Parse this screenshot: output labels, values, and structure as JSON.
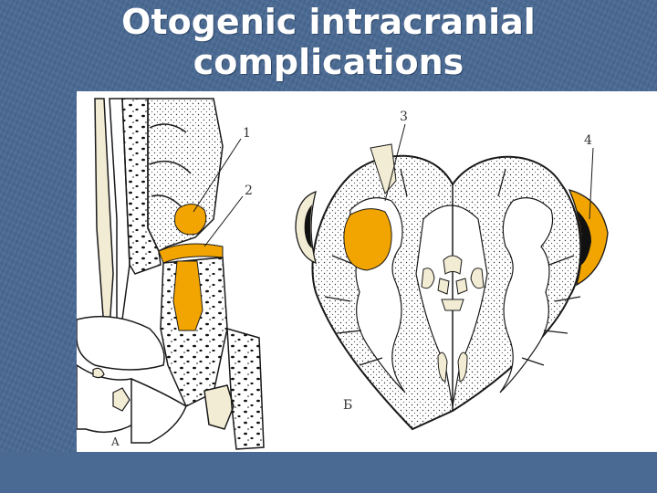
{
  "slide": {
    "title_line1": "Otogenic intracranial",
    "title_line2": "complications"
  },
  "figure": {
    "labels": {
      "n1": "1",
      "n2": "2",
      "n3": "3",
      "n4": "4",
      "panel_a": "A",
      "panel_b": "Б"
    }
  },
  "colors": {
    "pus": "#f2a500",
    "bone_fill": "#ffffff",
    "line": "#1a1a1a",
    "slide_bg": "#4a6a94",
    "cream": "#f3ecd4"
  }
}
